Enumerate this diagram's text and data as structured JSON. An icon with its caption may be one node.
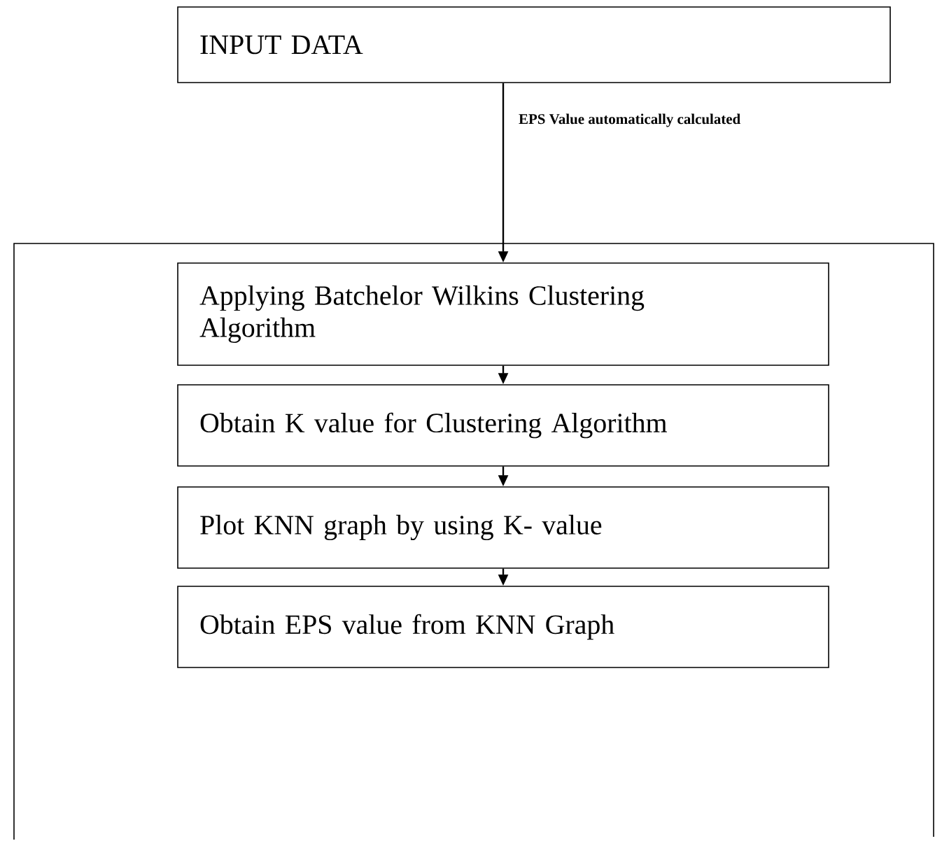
{
  "diagram": {
    "nodes": [
      {
        "text": [
          "INPUT DATA"
        ]
      },
      {
        "text": [],
        "shape": "box"
      },
      {
        "text": [
          "Applying  Batchelor Wilkins Clustering Algorithm"
        ],
        "in": 1
      },
      {
        "text": [
          "Obtain K value for Clustering Algorithm"
        ],
        "in": 1
      },
      {
        "text": [
          "Plot KNN graph by using K- value"
        ],
        "in": 1
      },
      {
        "text": [
          "Obtain EPS value from KNN Graph"
        ],
        "in": 1
      }
    ],
    "edges": [
      {
        "from": 0,
        "to": 2,
        "arrow": "to",
        "label": "EPS Value automatically calculated"
      },
      {
        "from": 2,
        "to": 3,
        "arrow": "to"
      },
      {
        "from": 3,
        "to": 4,
        "arrow": "to"
      },
      {
        "from": 4,
        "to": 5,
        "arrow": "to"
      }
    ]
  }
}
